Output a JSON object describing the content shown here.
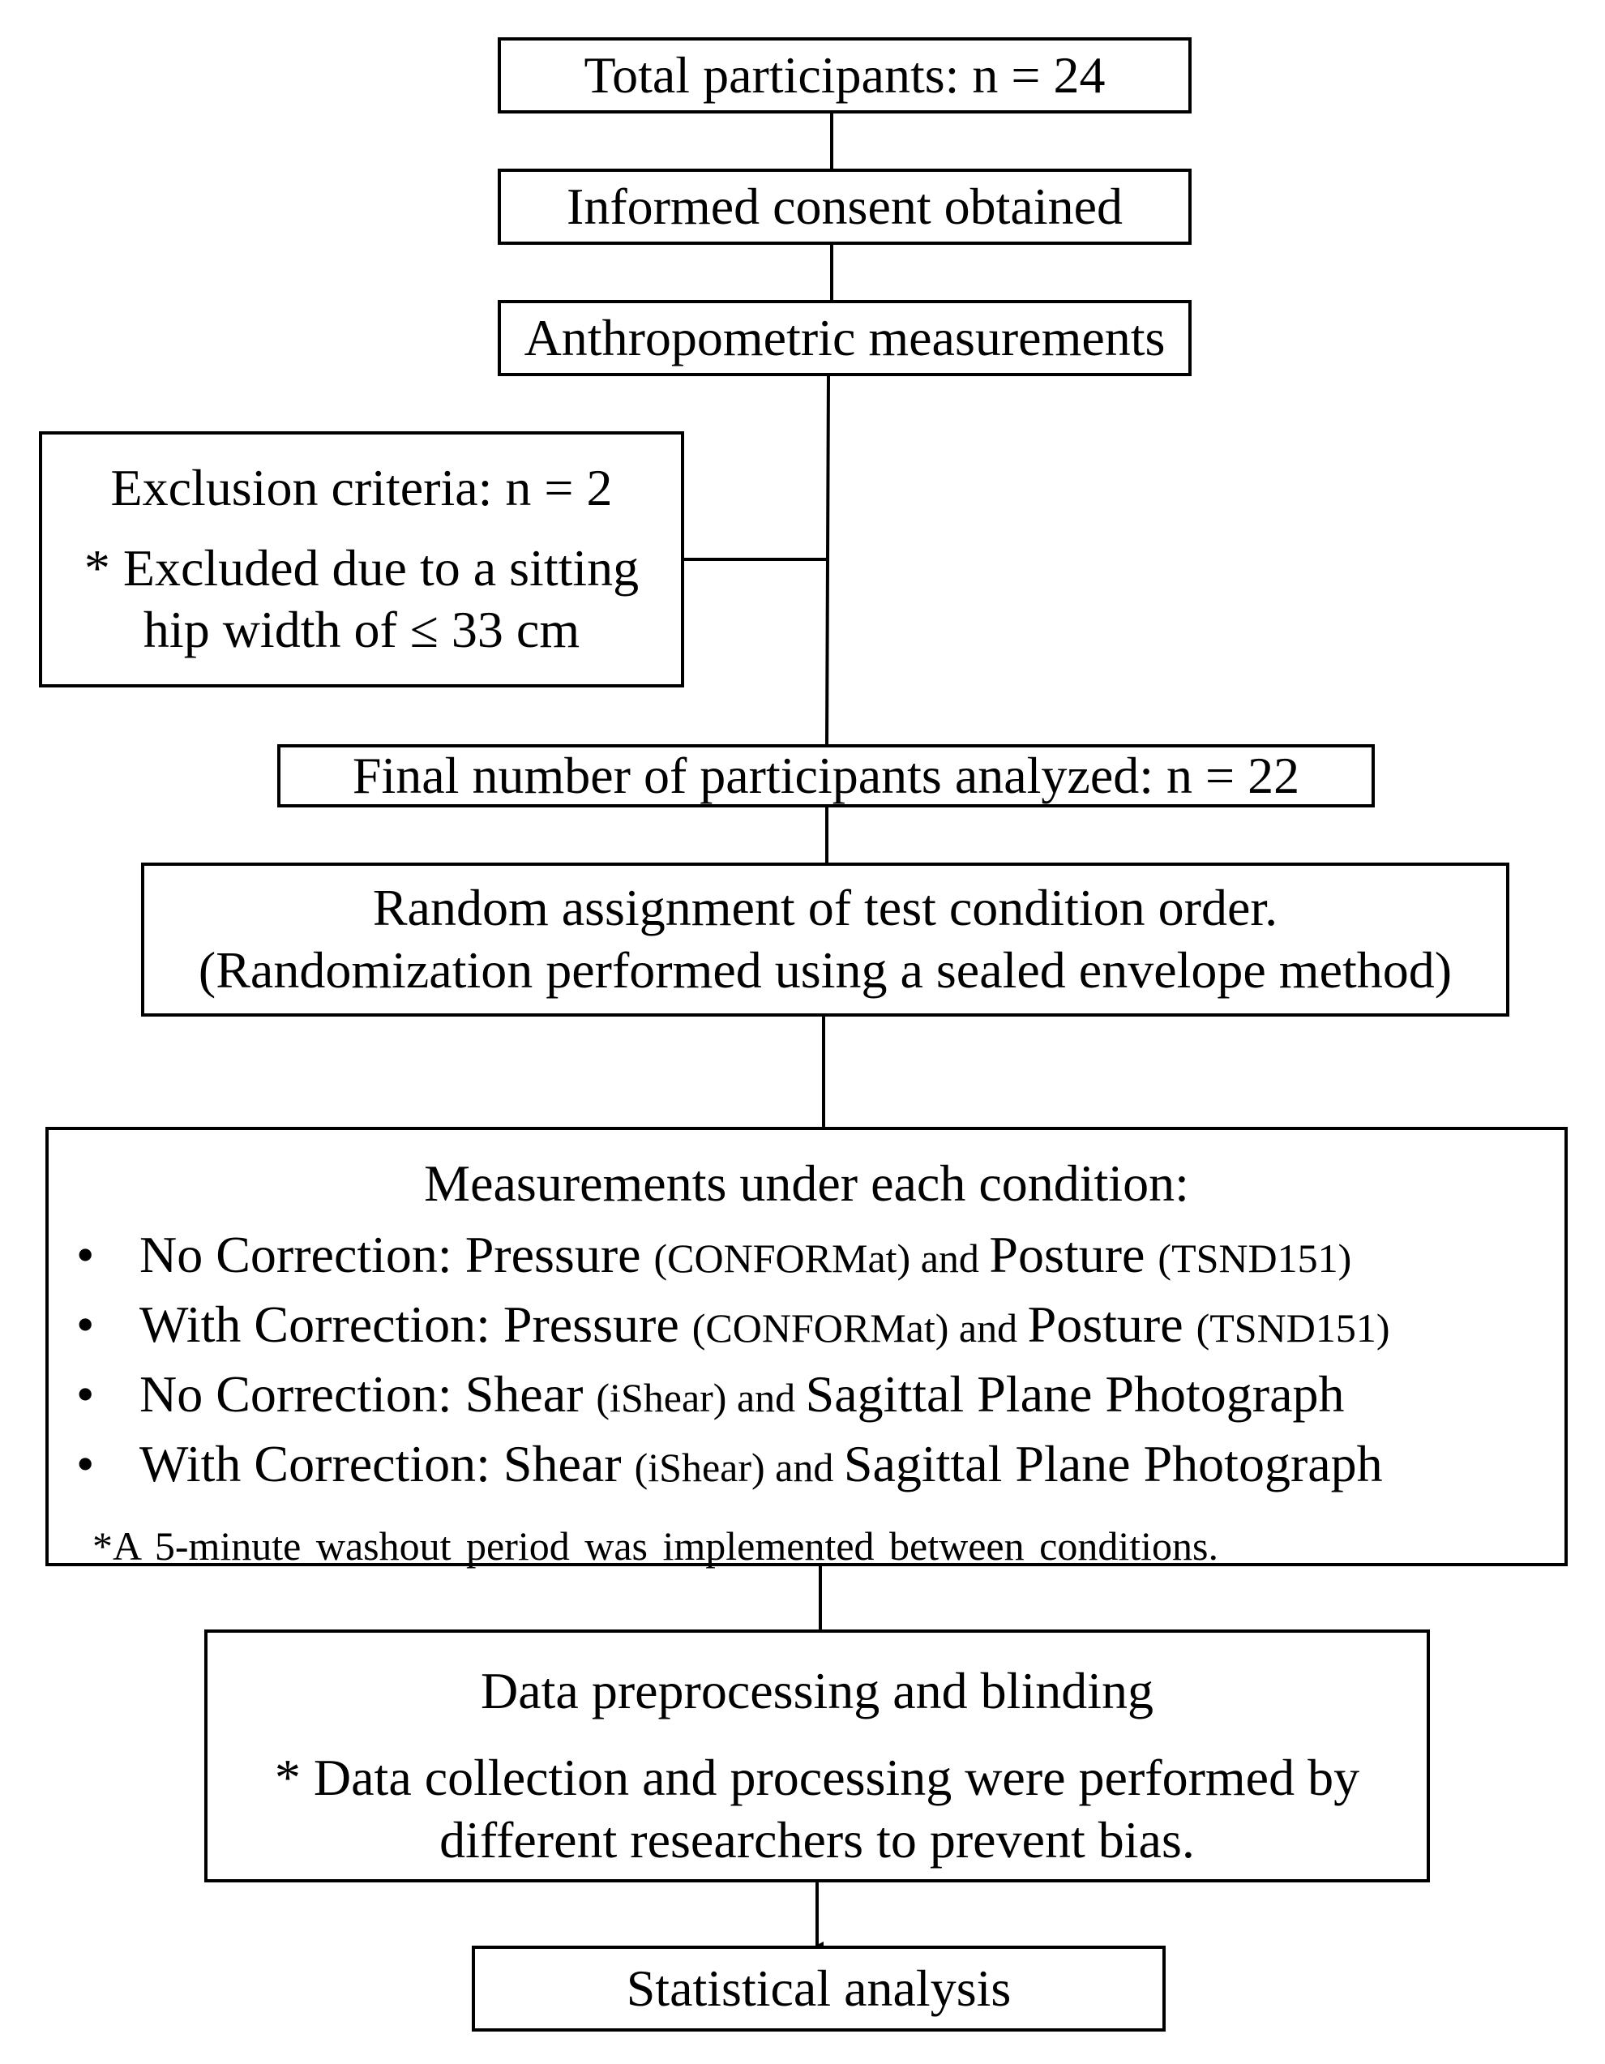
{
  "boxes": {
    "total": "Total participants: n = 24",
    "consent": "Informed consent obtained",
    "anthropometric": "Anthropometric measurements",
    "exclusion": {
      "title": "Exclusion criteria: n = 2",
      "note_line1": "* Excluded due to a sitting",
      "note_line2": "hip width of ≤ 33 cm"
    },
    "final": "Final number of participants analyzed: n = 22",
    "random": {
      "line1": "Random assignment of test condition order.",
      "line2": "(Randomization performed using a sealed envelope method)"
    },
    "measurements": {
      "title": "Measurements under each condition:",
      "items": [
        {
          "lead": "No Correction: Pressure ",
          "paren1": "(CONFORMat)",
          "mid": " and ",
          "term2": "Posture ",
          "paren2": "(TSND151)"
        },
        {
          "lead": "With Correction: Pressure ",
          "paren1": "(CONFORMat)",
          "mid": " and ",
          "term2": "Posture ",
          "paren2": "(TSND151)"
        },
        {
          "lead": "No Correction: Shear ",
          "paren1": "(iShear)",
          "mid": " and ",
          "term2": "Sagittal Plane Photograph",
          "paren2": ""
        },
        {
          "lead": "With Correction: Shear ",
          "paren1": "(iShear)",
          "mid": " and ",
          "term2": "Sagittal Plane Photograph",
          "paren2": ""
        }
      ],
      "note": "*A 5-minute washout period was implemented between conditions."
    },
    "preprocessing": {
      "title": "Data preprocessing and blinding",
      "note_line1": "* Data collection and processing were performed by",
      "note_line2": "different researchers to prevent bias."
    },
    "statistical": "Statistical analysis"
  }
}
